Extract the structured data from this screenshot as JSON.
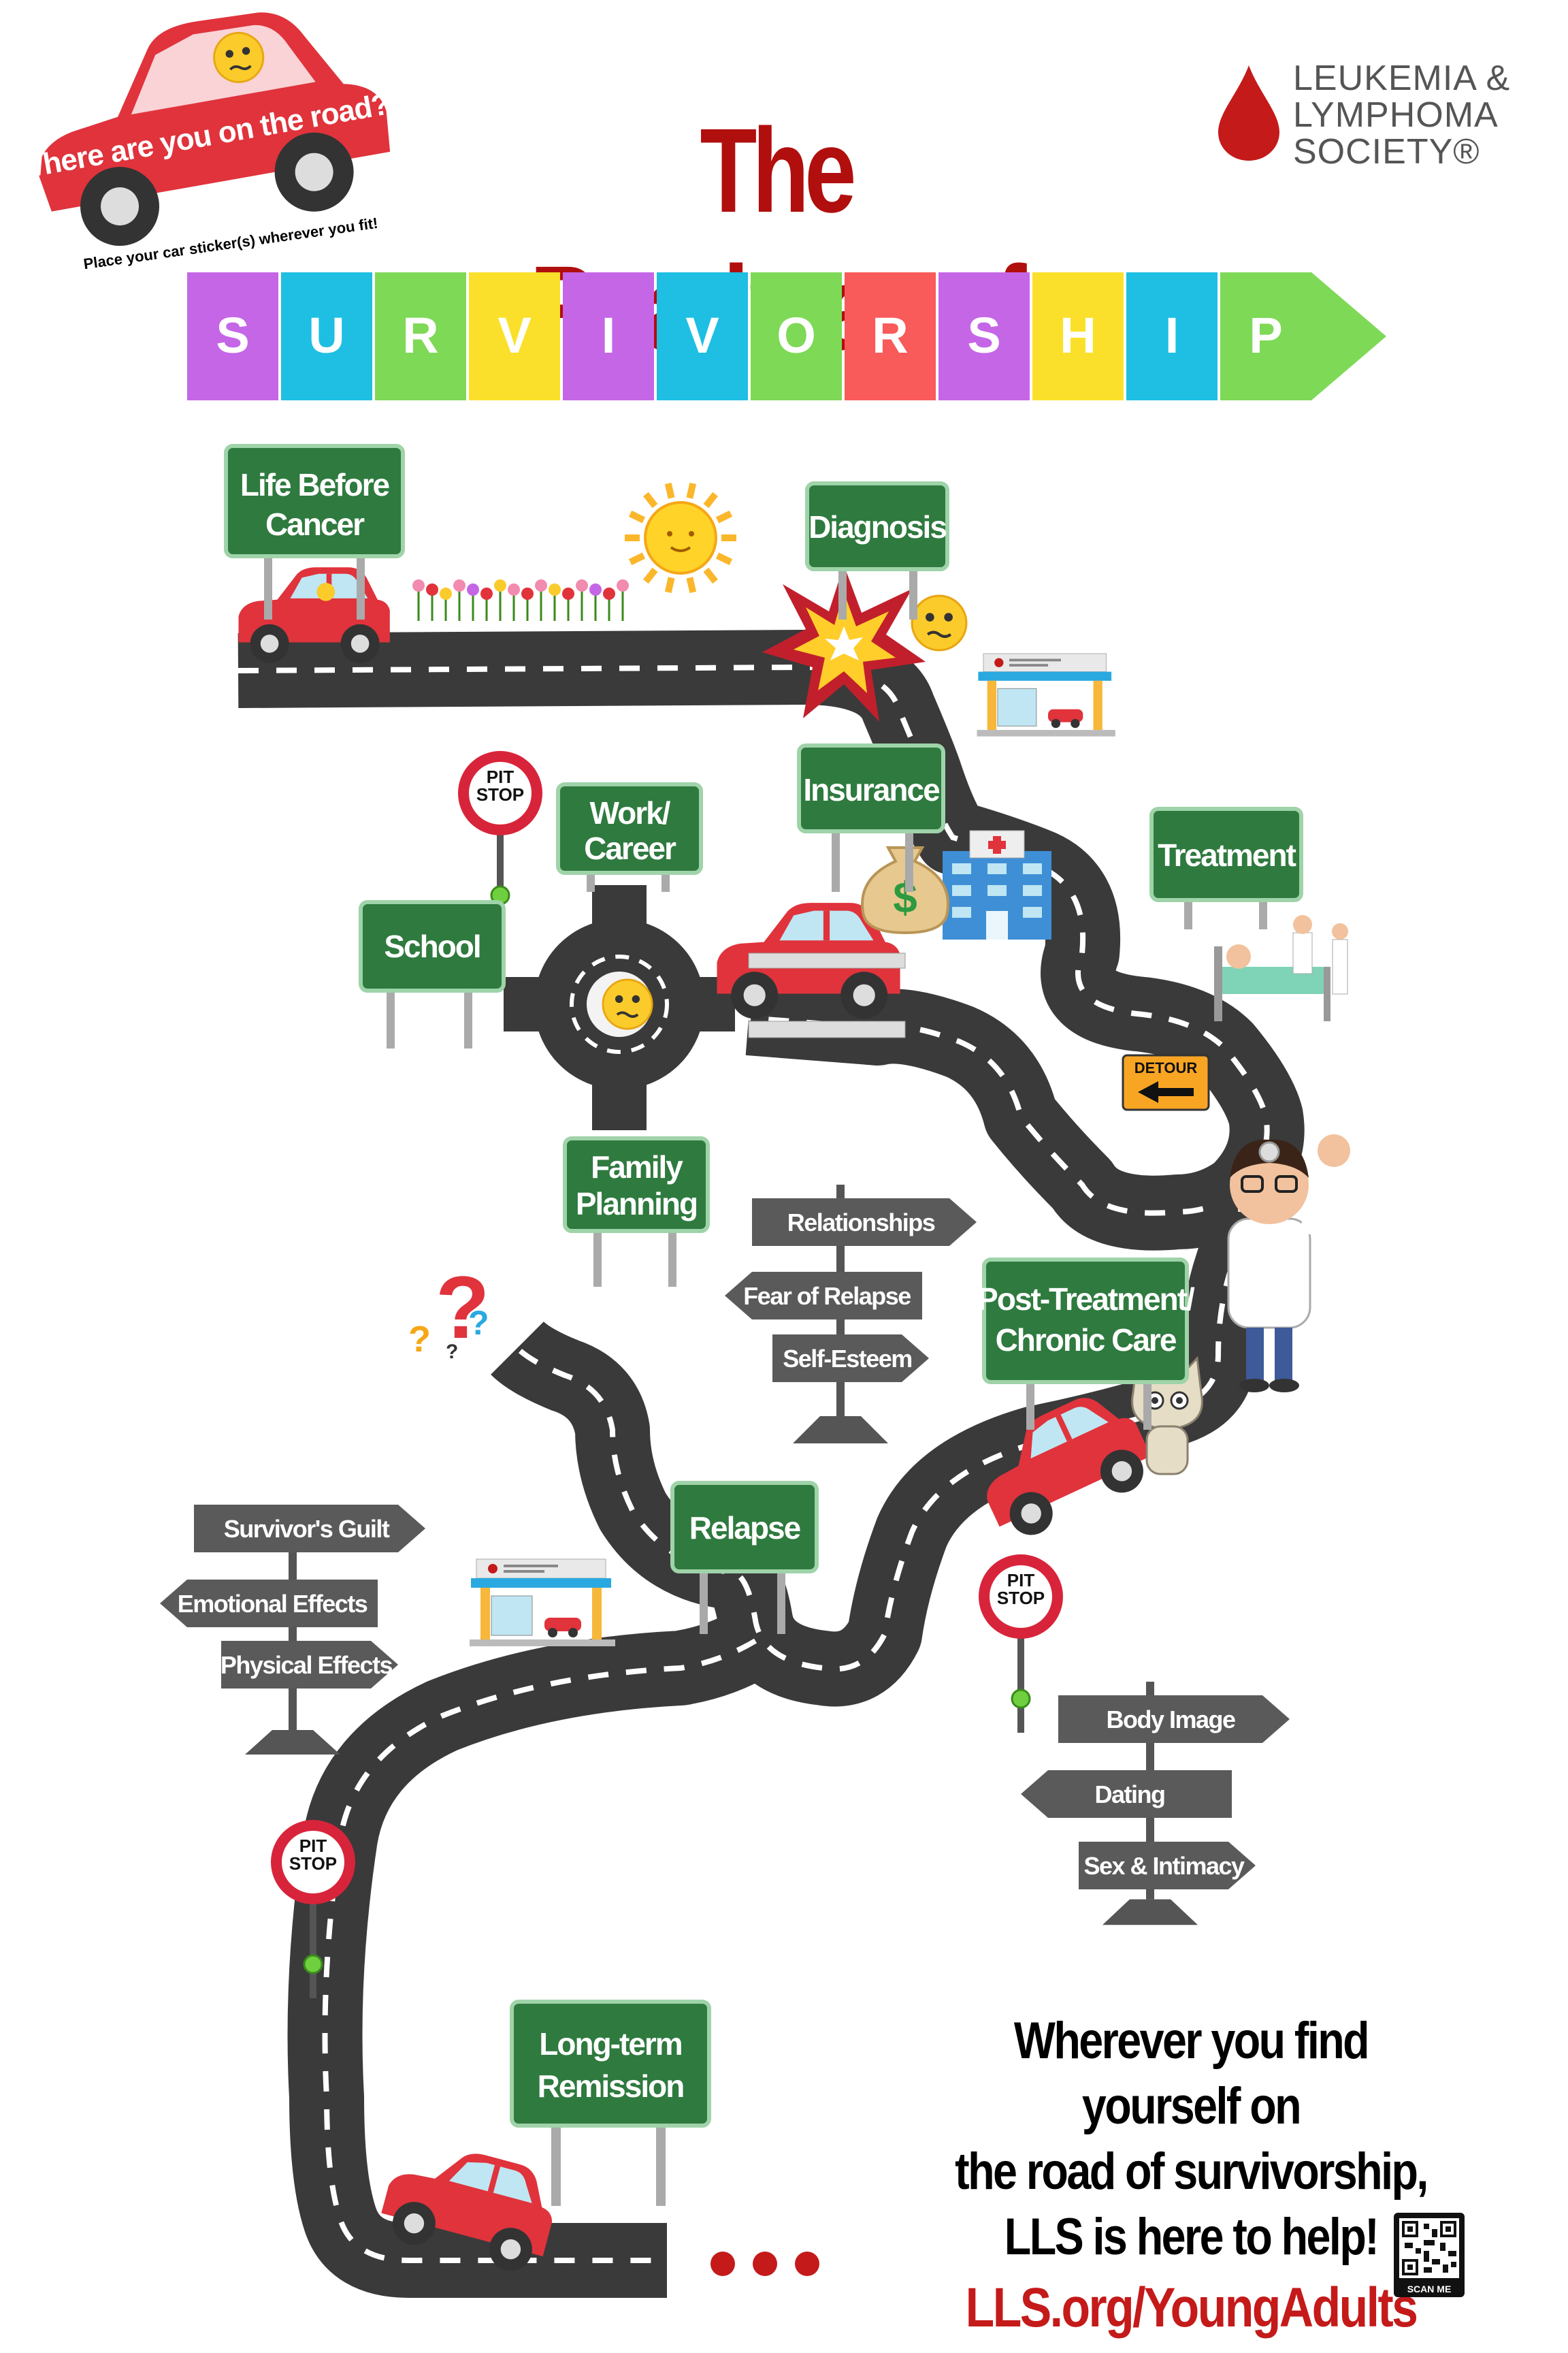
{
  "header": {
    "sticker_question": "Where are you on the road?",
    "sticker_hint": "Place your car sticker(s) wherever you fit!",
    "title": "The Roadmap of",
    "banner_letters": [
      "S",
      "U",
      "R",
      "V",
      "I",
      "V",
      "O",
      "R",
      "S",
      "H",
      "I",
      "P"
    ],
    "banner_colors": [
      "#c566e6",
      "#1ebfe3",
      "#7ed957",
      "#fbe02b",
      "#c566e6",
      "#1ebfe3",
      "#7ed957",
      "#f95a5a",
      "#c566e6",
      "#fbe02b",
      "#1ebfe3",
      "#7ed957"
    ]
  },
  "brand": {
    "line1": "LEUKEMIA &",
    "line2": "LYMPHOMA",
    "line3": "SOCIETY®",
    "color": "#c41a1a"
  },
  "signs": {
    "life_before_1": "Life Before",
    "life_before_2": "Cancer",
    "diagnosis": "Diagnosis",
    "insurance": "Insurance",
    "treatment": "Treatment",
    "work_1": "Work/",
    "work_2": "Career",
    "school": "School",
    "family_1": "Family",
    "family_2": "Planning",
    "post_1": "Post-Treatment/",
    "post_2": "Chronic Care",
    "relapse": "Relapse",
    "remission_1": "Long-term",
    "remission_2": "Remission",
    "detour": "DETOUR",
    "pit_stop_1": "PIT",
    "pit_stop_2": "STOP"
  },
  "signposts": {
    "middle": [
      "Relationships",
      "Fear of Relapse",
      "Self-Esteem"
    ],
    "left": [
      "Survivor's Guilt",
      "Emotional Effects",
      "Physical Effects"
    ],
    "right": [
      "Body Image",
      "Dating",
      "Sex & Intimacy"
    ]
  },
  "closing": {
    "line1": "Wherever you find yourself on",
    "line2": "the road of survivorship,",
    "line3": "LLS is here to help!",
    "url": "LLS.org/YoungAdults",
    "qr_label": "SCAN ME"
  },
  "colors": {
    "road": "#3a3a3a",
    "sign_green": "#2f7a3f",
    "accent_red": "#b10e0e",
    "car_red": "#e0333c"
  }
}
